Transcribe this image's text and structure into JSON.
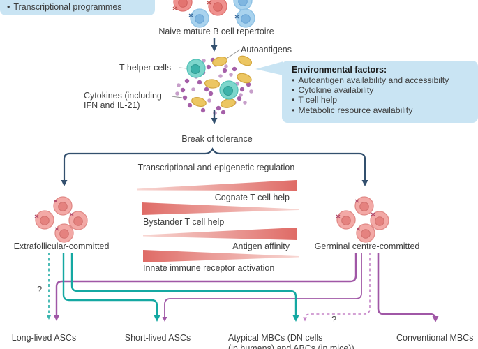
{
  "colors": {
    "accent_blue_box": "#c9e4f3",
    "navy": "#33506e",
    "teal": "#14a8a2",
    "teal_dashed": "#3ab5af",
    "purple": "#a057a6",
    "purple_dashed": "#c583c7",
    "wedge_dark": "#df6b66",
    "wedge_light": "#f8d8d4",
    "text": "#3d3d3d"
  },
  "glyphs": {
    "bullet": "•",
    "question_mark": "?"
  },
  "top_box": {
    "item": "Transcriptional programmes"
  },
  "stage_labels": {
    "naive": "Naive mature B cell repertoire",
    "autoantigens": "Autoantigens",
    "t_helper_cells": "T helper cells",
    "cytokines_line1": "Cytokines (including",
    "cytokines_line2": "IFN and IL-21)",
    "break_of_tolerance": "Break of tolerance",
    "regulation": "Transcriptional and epigenetic regulation",
    "extrafollicular": "Extrafollicular-committed",
    "germinal": "Germinal centre-committed"
  },
  "env_box": {
    "title": "Environmental factors:",
    "items": [
      "Autoantigen availability and accessibilty",
      "Cytokine availability",
      "T cell help",
      "Metabolic resource availability"
    ]
  },
  "gradient_bars": [
    {
      "label": "Cognate T cell help",
      "direction": "increasing-to-right"
    },
    {
      "label": "Bystander T cell help",
      "direction": "decreasing-to-right"
    },
    {
      "label": "Antigen affinity",
      "direction": "increasing-to-right"
    },
    {
      "label": "Innate immune receptor activation",
      "direction": "decreasing-to-right"
    }
  ],
  "outcomes": [
    {
      "label": "Long-lived ASCs"
    },
    {
      "label": "Short-lived ASCs"
    },
    {
      "label_line1": "Atypical MBCs (DN cells",
      "label_line2": "(in humans) and ABCs (in mice))"
    },
    {
      "label": "Conventional MBCs"
    }
  ]
}
